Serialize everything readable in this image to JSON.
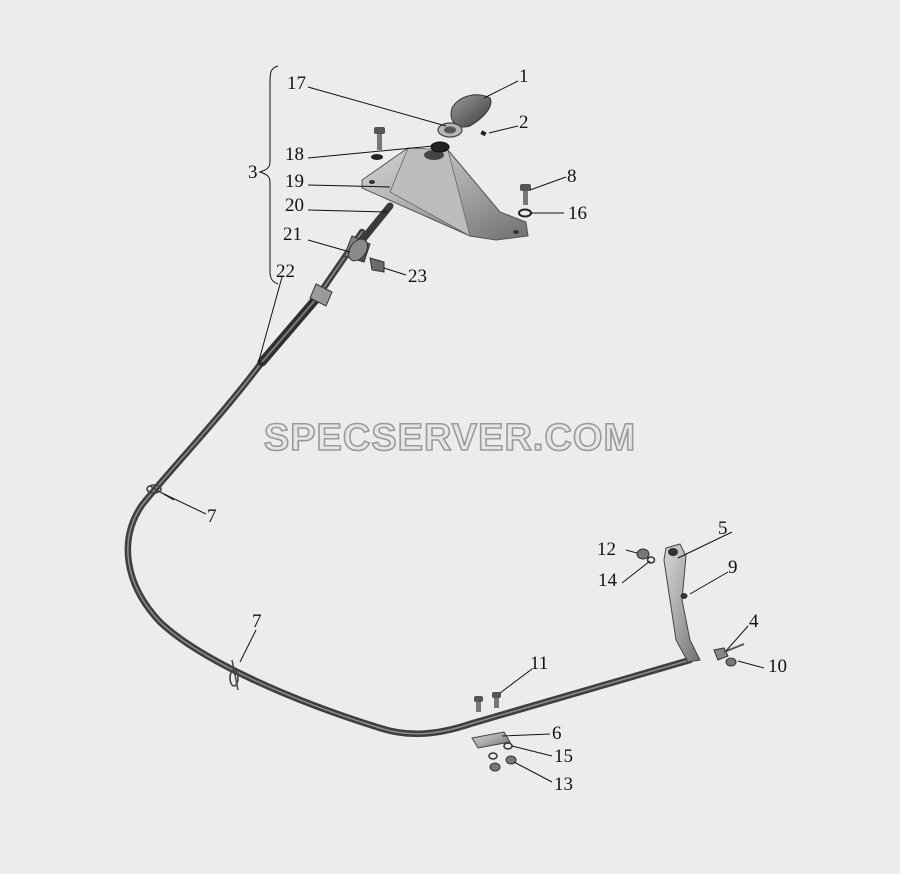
{
  "diagram": {
    "watermark": "SPECSERVER.COM",
    "callouts": {
      "c1": "1",
      "c2": "2",
      "c3": "3",
      "c4": "4",
      "c5": "5",
      "c6": "6",
      "c7a": "7",
      "c7b": "7",
      "c8": "8",
      "c9": "9",
      "c10": "10",
      "c11": "11",
      "c12": "12",
      "c13": "13",
      "c14": "14",
      "c15": "15",
      "c16": "16",
      "c17": "17",
      "c18": "18",
      "c19": "19",
      "c20": "20",
      "c21": "21",
      "c22": "22",
      "c23": "23"
    }
  }
}
